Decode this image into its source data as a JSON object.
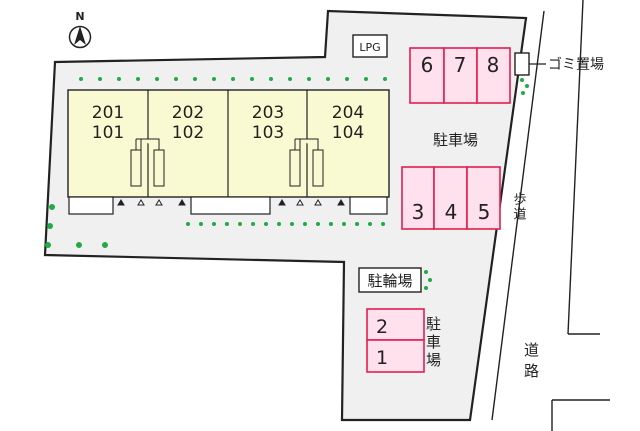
{
  "compass": {
    "north_label": "N"
  },
  "lpg": {
    "label": "LPG"
  },
  "garbage": {
    "label": "ゴミ置場"
  },
  "building": {
    "units": [
      {
        "upper": "201",
        "lower": "101"
      },
      {
        "upper": "202",
        "lower": "102"
      },
      {
        "upper": "203",
        "lower": "103"
      },
      {
        "upper": "204",
        "lower": "104"
      }
    ]
  },
  "parking": {
    "label_main": "駐車場",
    "label_south": "駐車場",
    "top_spaces": [
      "6",
      "7",
      "8"
    ],
    "mid_spaces": [
      "3",
      "4",
      "5"
    ],
    "south_spaces": [
      "2",
      "1"
    ]
  },
  "bicycle_parking": {
    "label": "駐輪場"
  },
  "sidewalk": {
    "label": "歩道"
  },
  "road": {
    "label": "道路"
  },
  "colors": {
    "building_fill": "#fafad2",
    "lot_fill": "#f0f0f0",
    "parking_fill": "#ffe0ec",
    "parking_stroke": "#e02050",
    "hedge": "#22aa44",
    "line": "#222222"
  }
}
